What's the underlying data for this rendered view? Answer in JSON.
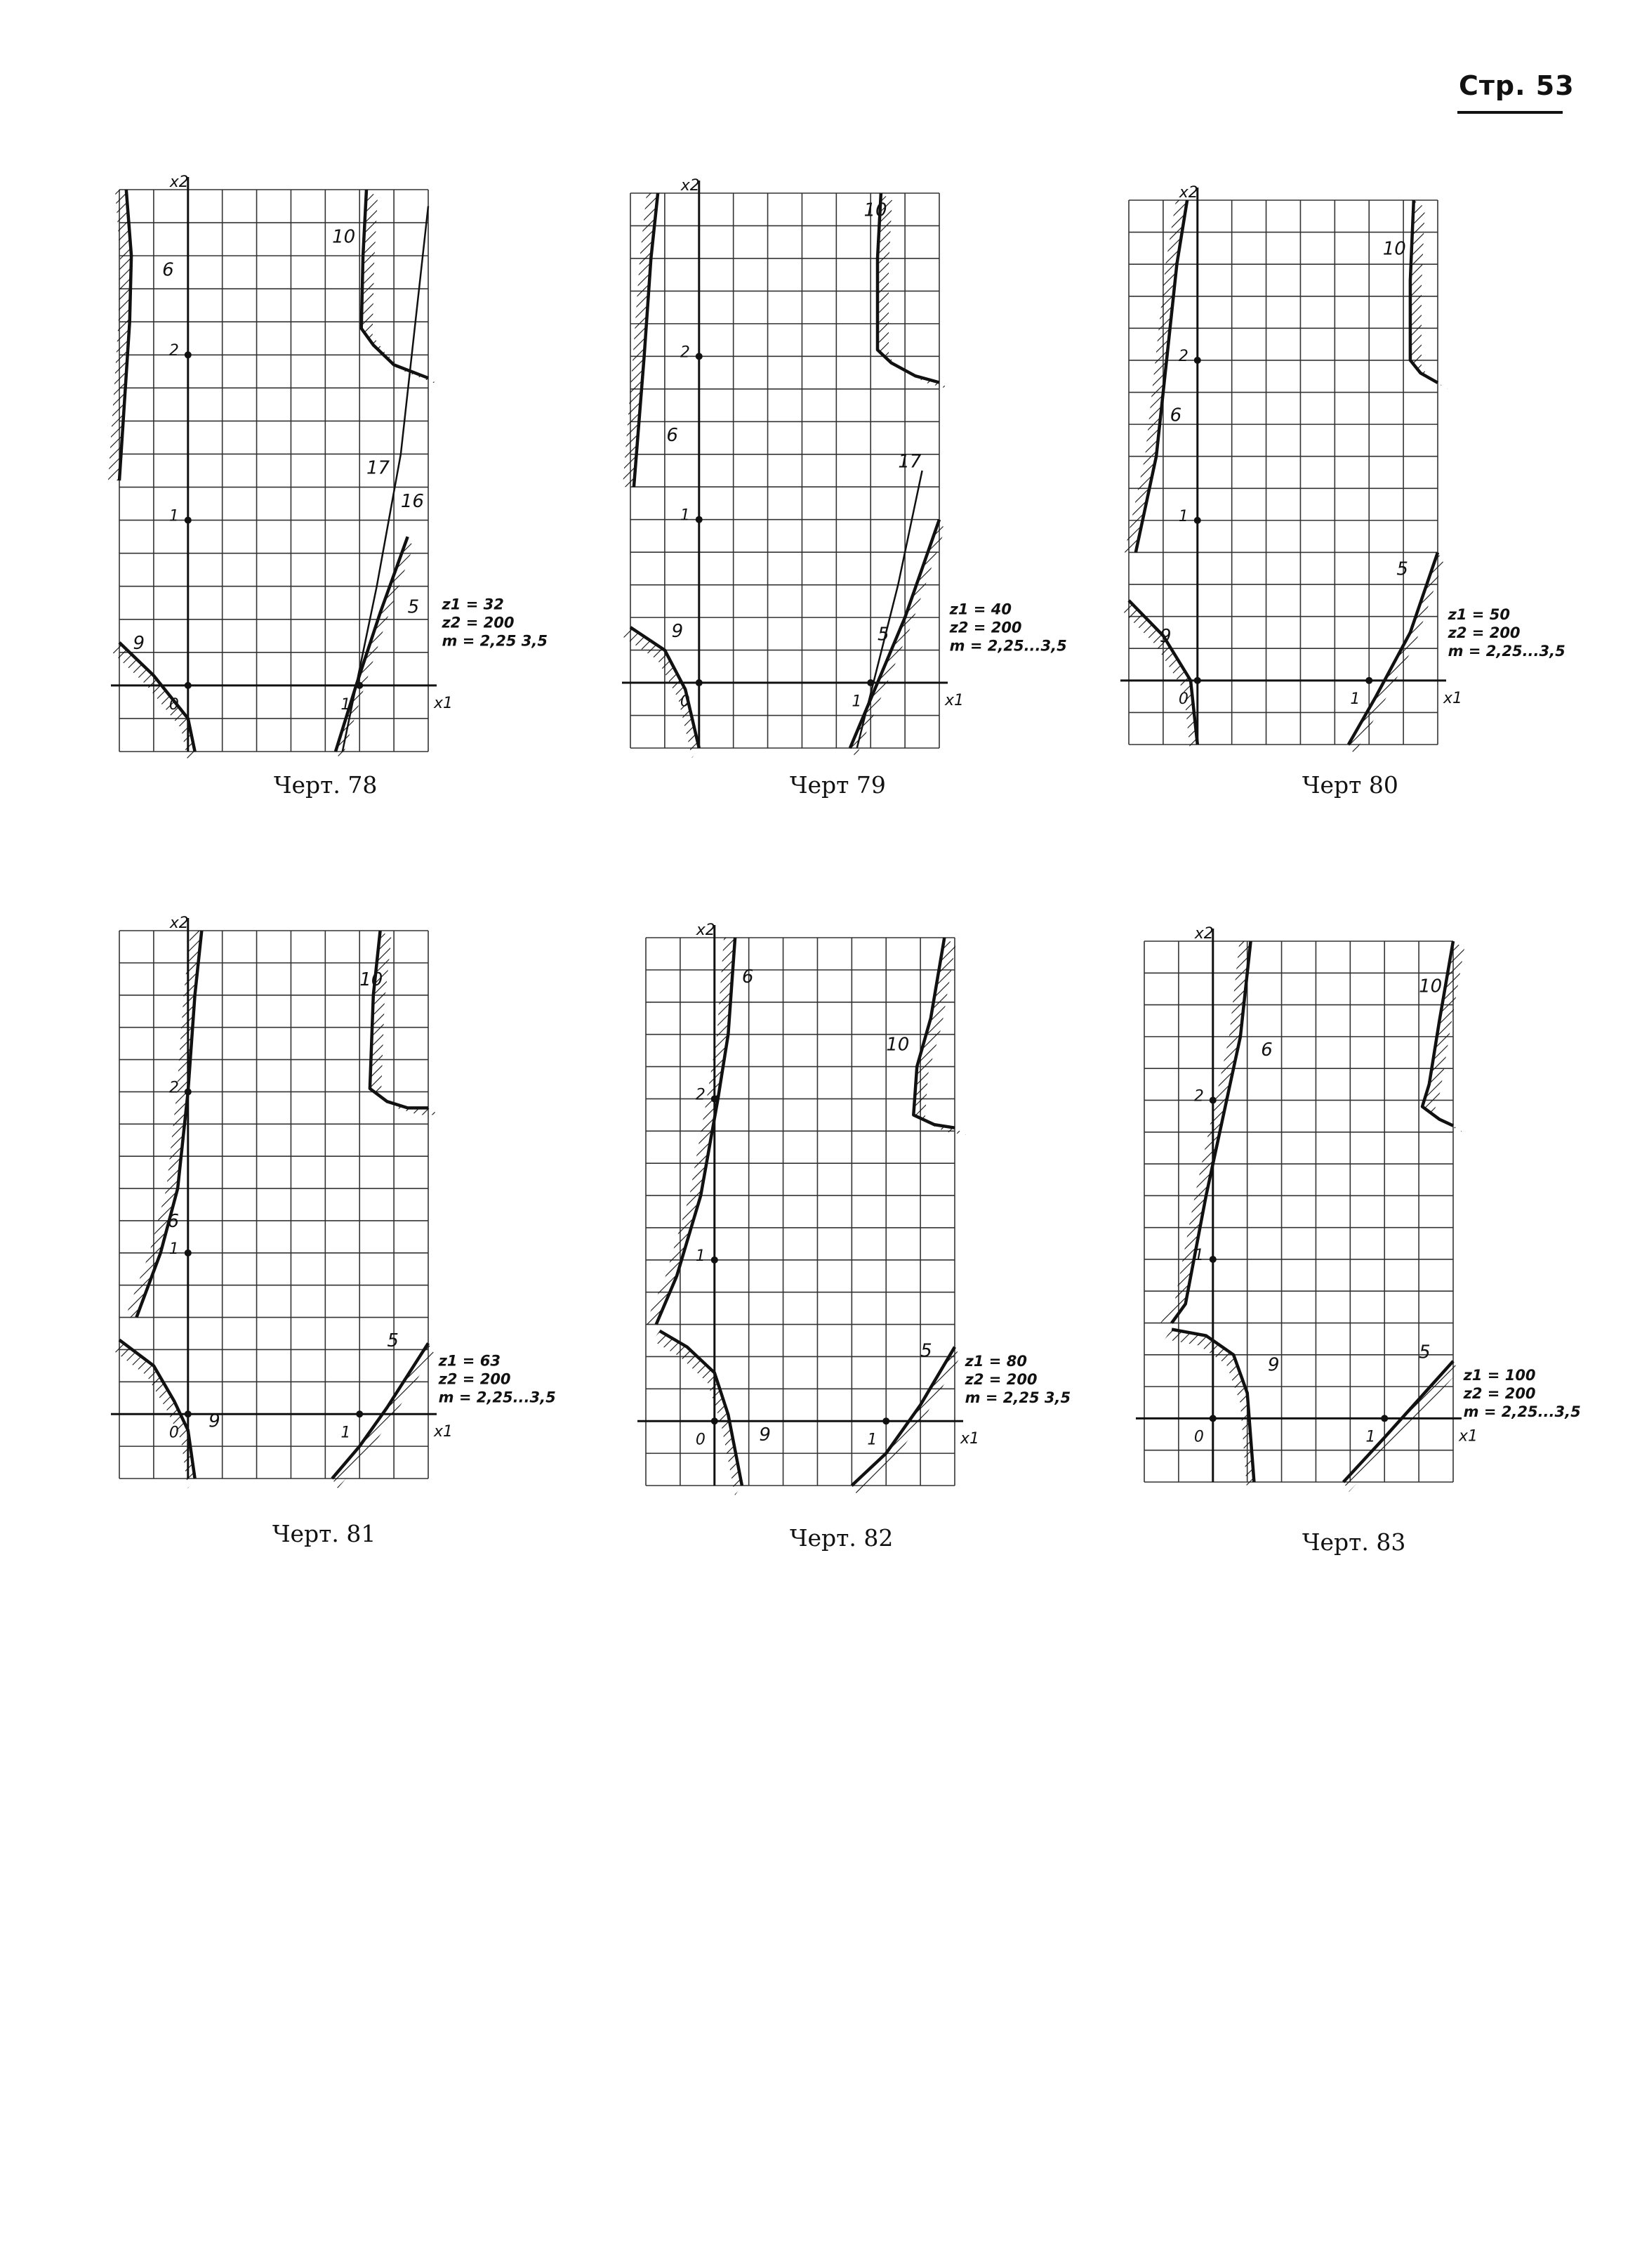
{
  "page_number": "Стр. 53",
  "colors": {
    "ink": "#111111",
    "grid": "#333333",
    "paper": "#ffffff"
  },
  "figures": [
    {
      "caption": "Черт. 78",
      "x_axis_label": "x1",
      "y_axis_label": "x2",
      "tick_labels": [
        "0",
        "1",
        "1",
        "2"
      ],
      "curve_labels": [
        "6",
        "9",
        "10",
        "17",
        "16",
        "5"
      ],
      "params": [
        "z1 = 32",
        "z2 = 200",
        "m = 2,25   3,5"
      ]
    },
    {
      "caption": "Черт  79",
      "x_axis_label": "x1",
      "y_axis_label": "x2",
      "tick_labels": [
        "0",
        "1",
        "1",
        "2"
      ],
      "curve_labels": [
        "6",
        "9",
        "10",
        "17",
        "5"
      ],
      "params": [
        "z1 = 40",
        "z2 = 200",
        "m = 2,25...3,5"
      ]
    },
    {
      "caption": "Черт  80",
      "x_axis_label": "x1",
      "y_axis_label": "x2",
      "tick_labels": [
        "0",
        "1",
        "1",
        "2"
      ],
      "curve_labels": [
        "6",
        "9",
        "10",
        "5"
      ],
      "params": [
        "z1 = 50",
        "z2 = 200",
        "m = 2,25...3,5"
      ]
    },
    {
      "caption": "Черт. 81",
      "x_axis_label": "x1",
      "y_axis_label": "x2",
      "tick_labels": [
        "0",
        "1",
        "1",
        "2"
      ],
      "curve_labels": [
        "6",
        "9",
        "10",
        "5"
      ],
      "params": [
        "z1 = 63",
        "z2 = 200",
        "m = 2,25...3,5"
      ]
    },
    {
      "caption": "Черт. 82",
      "x_axis_label": "x1",
      "y_axis_label": "x2",
      "tick_labels": [
        "0",
        "1",
        "1",
        "2"
      ],
      "curve_labels": [
        "6",
        "9",
        "10",
        "5"
      ],
      "params": [
        "z1 = 80",
        "z2 = 200",
        "m = 2,25   3,5"
      ]
    },
    {
      "caption": "Черт. 83",
      "x_axis_label": "x1",
      "y_axis_label": "x2",
      "tick_labels": [
        "0",
        "1",
        "1",
        "2"
      ],
      "curve_labels": [
        "6",
        "9",
        "10",
        "5"
      ],
      "params": [
        "z1 = 100",
        "z2 = 200",
        "m = 2,25...3,5"
      ]
    }
  ]
}
